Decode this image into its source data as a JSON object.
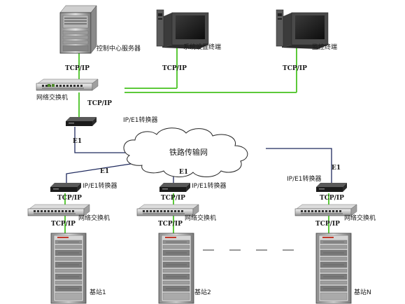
{
  "labels": {
    "control_server": "控制中心服务器",
    "config_terminal": "系统设置终端",
    "monitor_terminal": "监控终端",
    "network_switch": "网络交换机",
    "converter": "IP/E1转换器",
    "network": "铁路传输网",
    "protocol": "TCP/IP",
    "e1": "E1",
    "station_1": "基站1",
    "station_2": "基站2",
    "station_n": "基站N"
  },
  "colors": {
    "ethernet_link": "#5cc93a",
    "e1_link": "#1f2a5e",
    "dashed": "#333333"
  }
}
